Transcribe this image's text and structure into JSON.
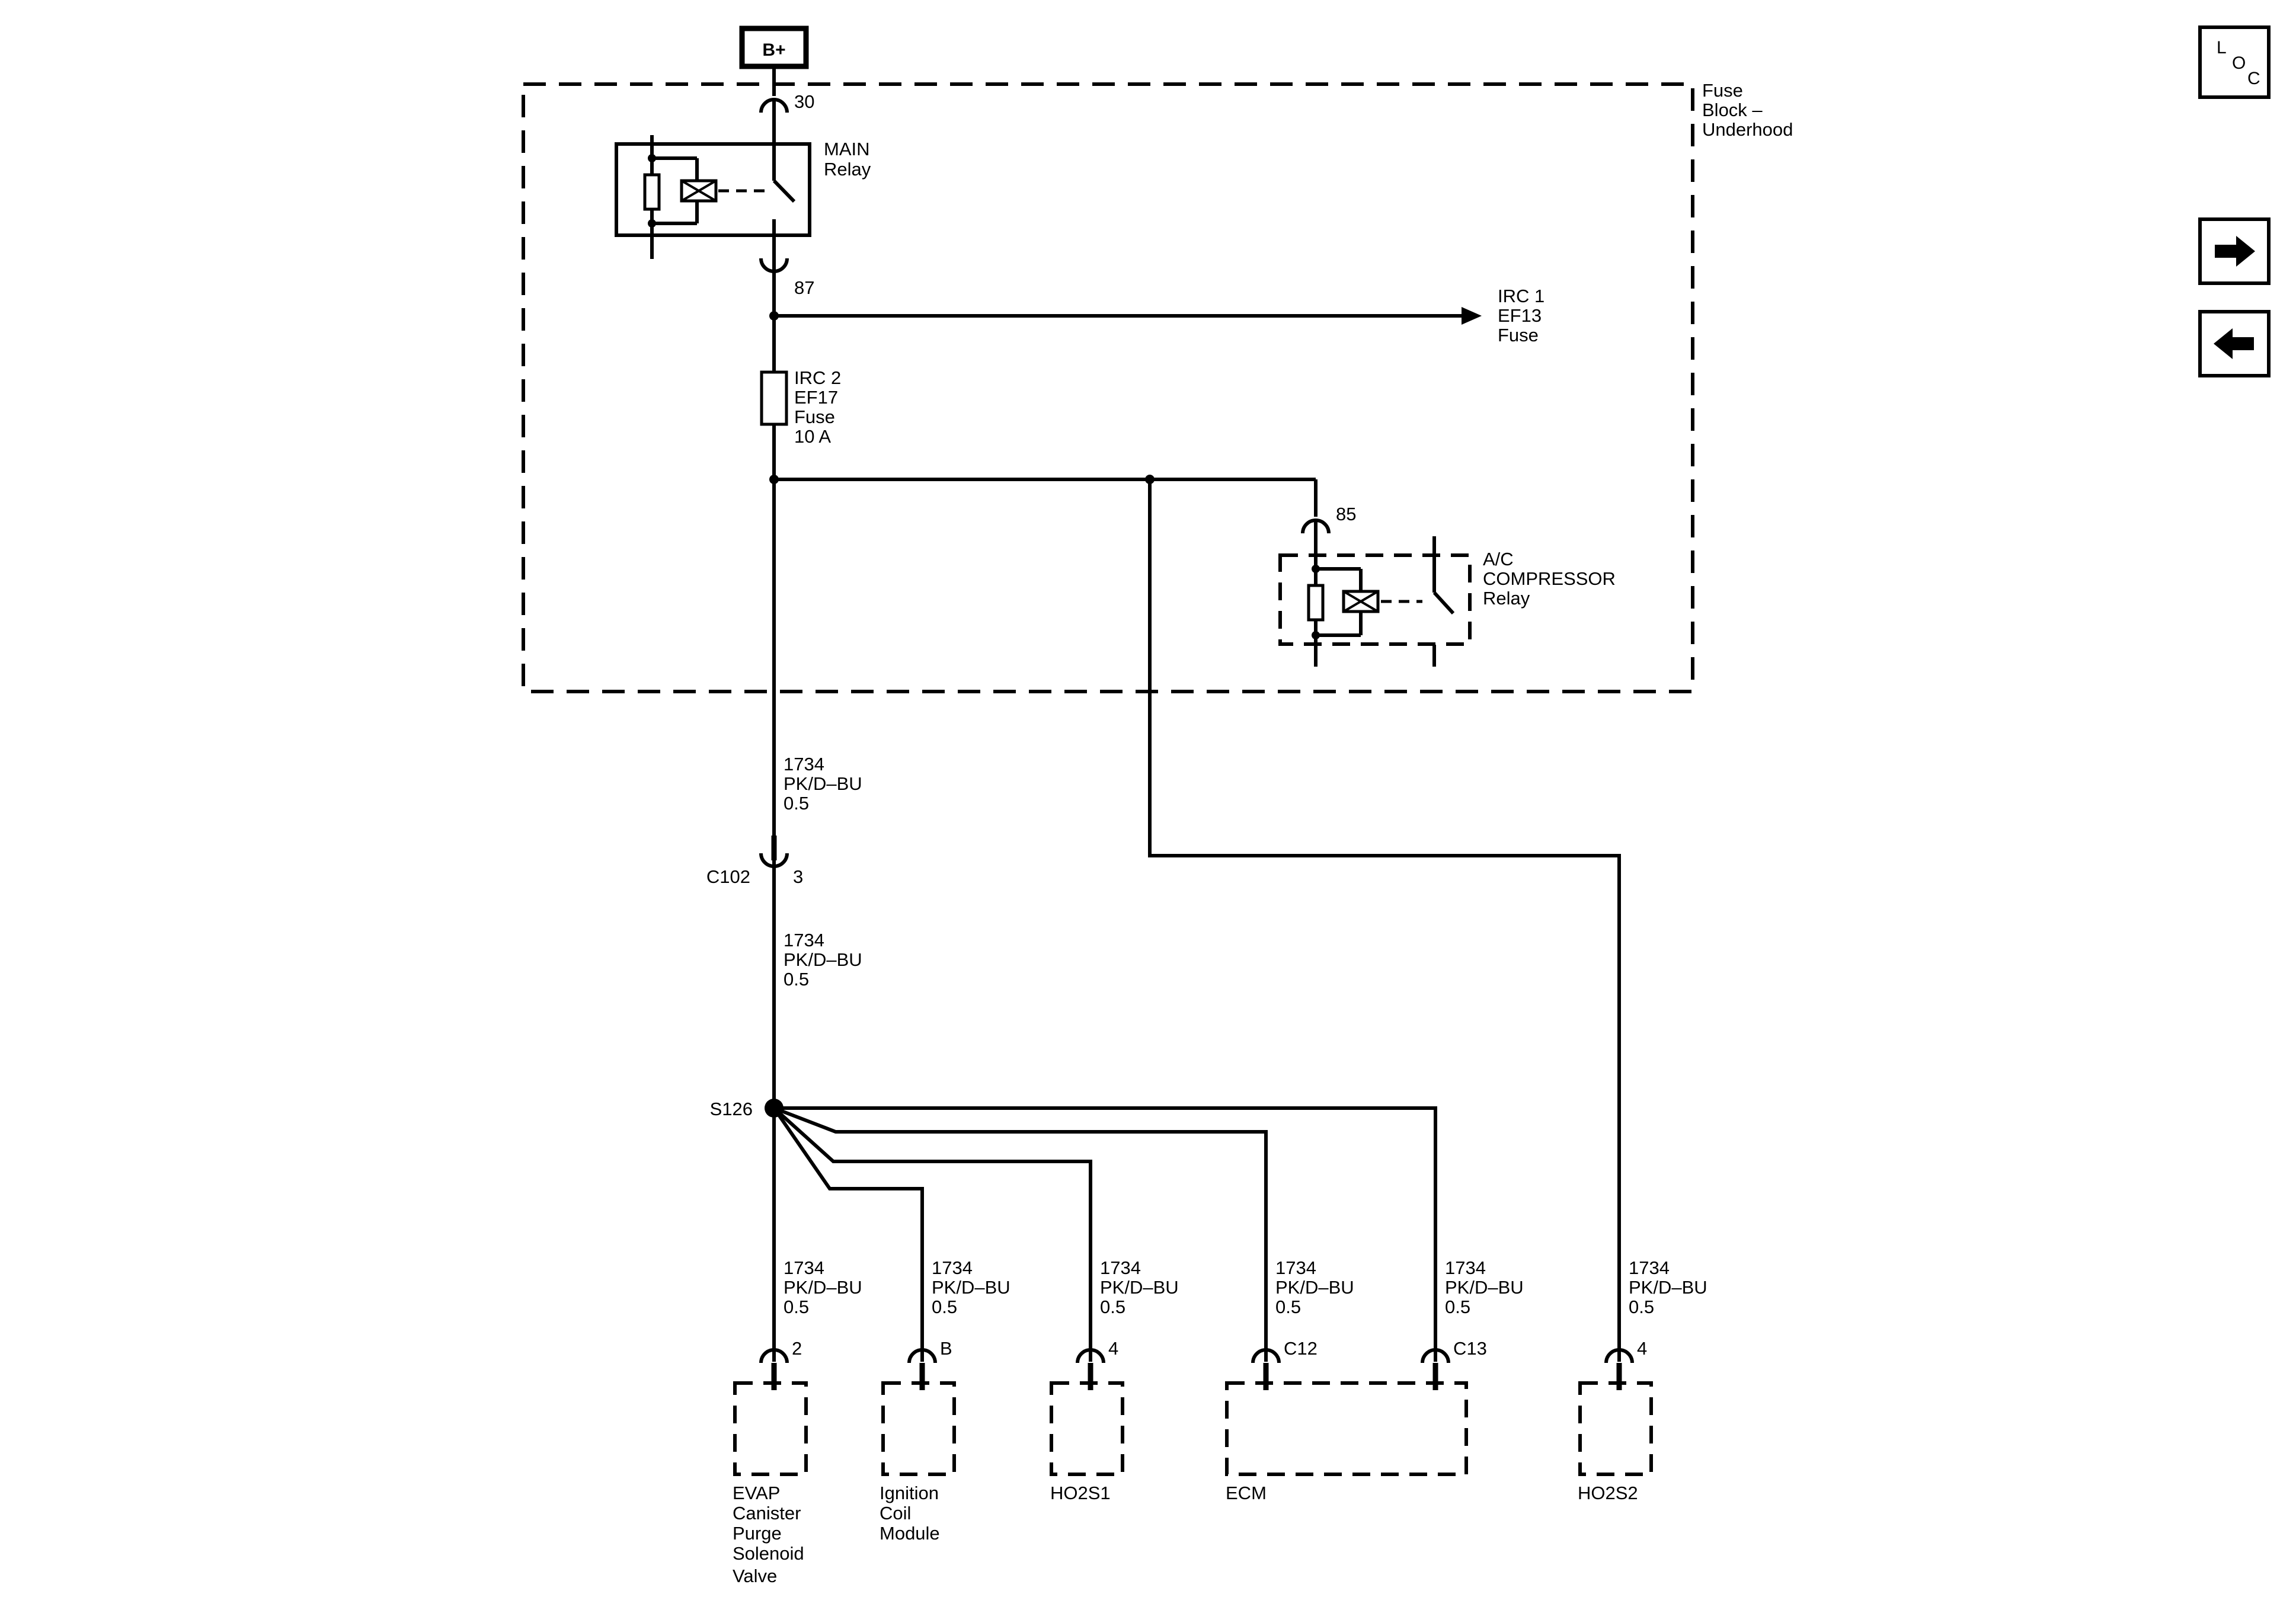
{
  "power": {
    "label": "B+"
  },
  "fuse_block": {
    "name": [
      "Fuse",
      "Block –",
      "Underhood"
    ]
  },
  "main_relay": {
    "name": [
      "MAIN",
      "Relay"
    ],
    "pin_in": "30",
    "pin_out": "87"
  },
  "irc1": {
    "lines": [
      "IRC 1",
      "EF13",
      "Fuse"
    ]
  },
  "irc2": {
    "lines": [
      "IRC 2",
      "EF17",
      "Fuse",
      "10 A"
    ]
  },
  "ac_relay": {
    "name": [
      "A/C",
      "COMPRESSOR",
      "Relay"
    ],
    "pin": "85"
  },
  "wire_spec": [
    "1734",
    "PK/D–BU",
    "0.5"
  ],
  "connector": {
    "name": "C102",
    "pin": "3"
  },
  "splice": {
    "name": "S126"
  },
  "components": [
    {
      "pin": "2",
      "name": [
        "EVAP",
        "Canister",
        "Purge",
        "Solenoid",
        "Valve"
      ]
    },
    {
      "pin": "B",
      "name": [
        "Ignition",
        "Coil",
        "Module"
      ]
    },
    {
      "pin": "4",
      "name": [
        "HO2S1"
      ]
    },
    {
      "pins": [
        "C12",
        "C13"
      ],
      "name": [
        "ECM"
      ]
    },
    {
      "pin": "4",
      "name": [
        "HO2S2"
      ]
    }
  ],
  "nav": {
    "loc": [
      "L",
      "O",
      "C"
    ],
    "icons": [
      "loc-icon",
      "arrow-right-icon",
      "arrow-left-icon"
    ]
  }
}
